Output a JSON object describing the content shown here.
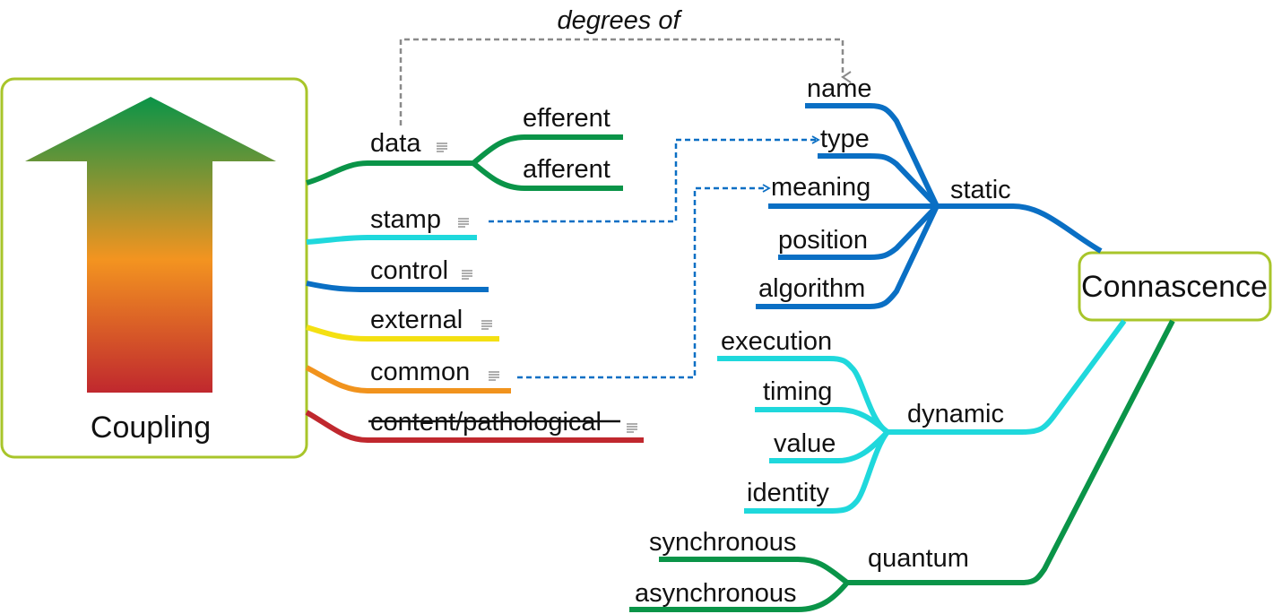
{
  "diagram": {
    "annotation": "degrees of",
    "coupling": {
      "title": "Coupling",
      "types": [
        "data",
        "stamp",
        "control",
        "external",
        "common",
        "content/pathological"
      ],
      "data_branches": [
        "efferent",
        "afferent"
      ]
    },
    "connascence": {
      "title": "Connascence",
      "groups": {
        "static": {
          "label": "static",
          "items": [
            "name",
            "type",
            "meaning",
            "position",
            "algorithm"
          ]
        },
        "dynamic": {
          "label": "dynamic",
          "items": [
            "execution",
            "timing",
            "value",
            "identity"
          ]
        },
        "quantum": {
          "label": "quantum",
          "items": [
            "synchronous",
            "asynchronous"
          ]
        }
      }
    },
    "colors": {
      "frame": "#a8c52a",
      "data": "#0a9448",
      "stamp": "#1fd8dc",
      "control": "#0a6fc4",
      "external": "#f4e012",
      "common": "#f1931d",
      "content": "#c0282e",
      "static": "#0a6fc4",
      "dynamic": "#1fd8dc",
      "quantum": "#0a9448",
      "dashed_link": "#0a6fc4",
      "dashed_gray": "#8a8a8a",
      "arrow_top": "#0a9448",
      "arrow_mid": "#f39420",
      "arrow_bottom": "#c0282e"
    }
  }
}
